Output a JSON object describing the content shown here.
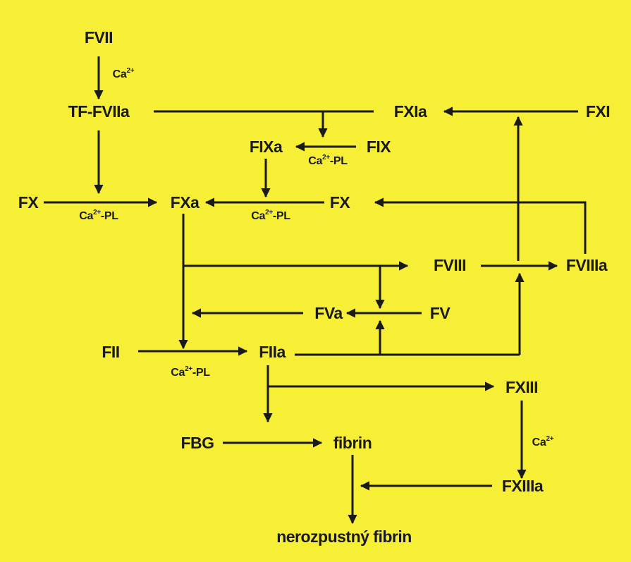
{
  "nodes": {
    "fvii": "FVII",
    "tf_fviia": "TF-FVIIa",
    "fxia": "FXIa",
    "fxi": "FXI",
    "fixa": "FIXa",
    "fix": "FIX",
    "fx_left": "FX",
    "fxa": "FXa",
    "fx_right": "FX",
    "fviii": "FVIII",
    "fviiia": "FVIIIa",
    "fva": "FVa",
    "fv": "FV",
    "fii": "FII",
    "fiia": "FIIa",
    "fxiii": "FXIII",
    "fbg": "FBG",
    "fibrin": "fibrin",
    "fxiiia": "FXIIIa",
    "insoluble_fibrin": "nerozpustný fibrin"
  },
  "cofactor": {
    "ca": "Ca",
    "charge": "2+",
    "pl": "-PL"
  },
  "colors": {
    "background": "#f7ef36",
    "ink": "#1a1a1a"
  }
}
